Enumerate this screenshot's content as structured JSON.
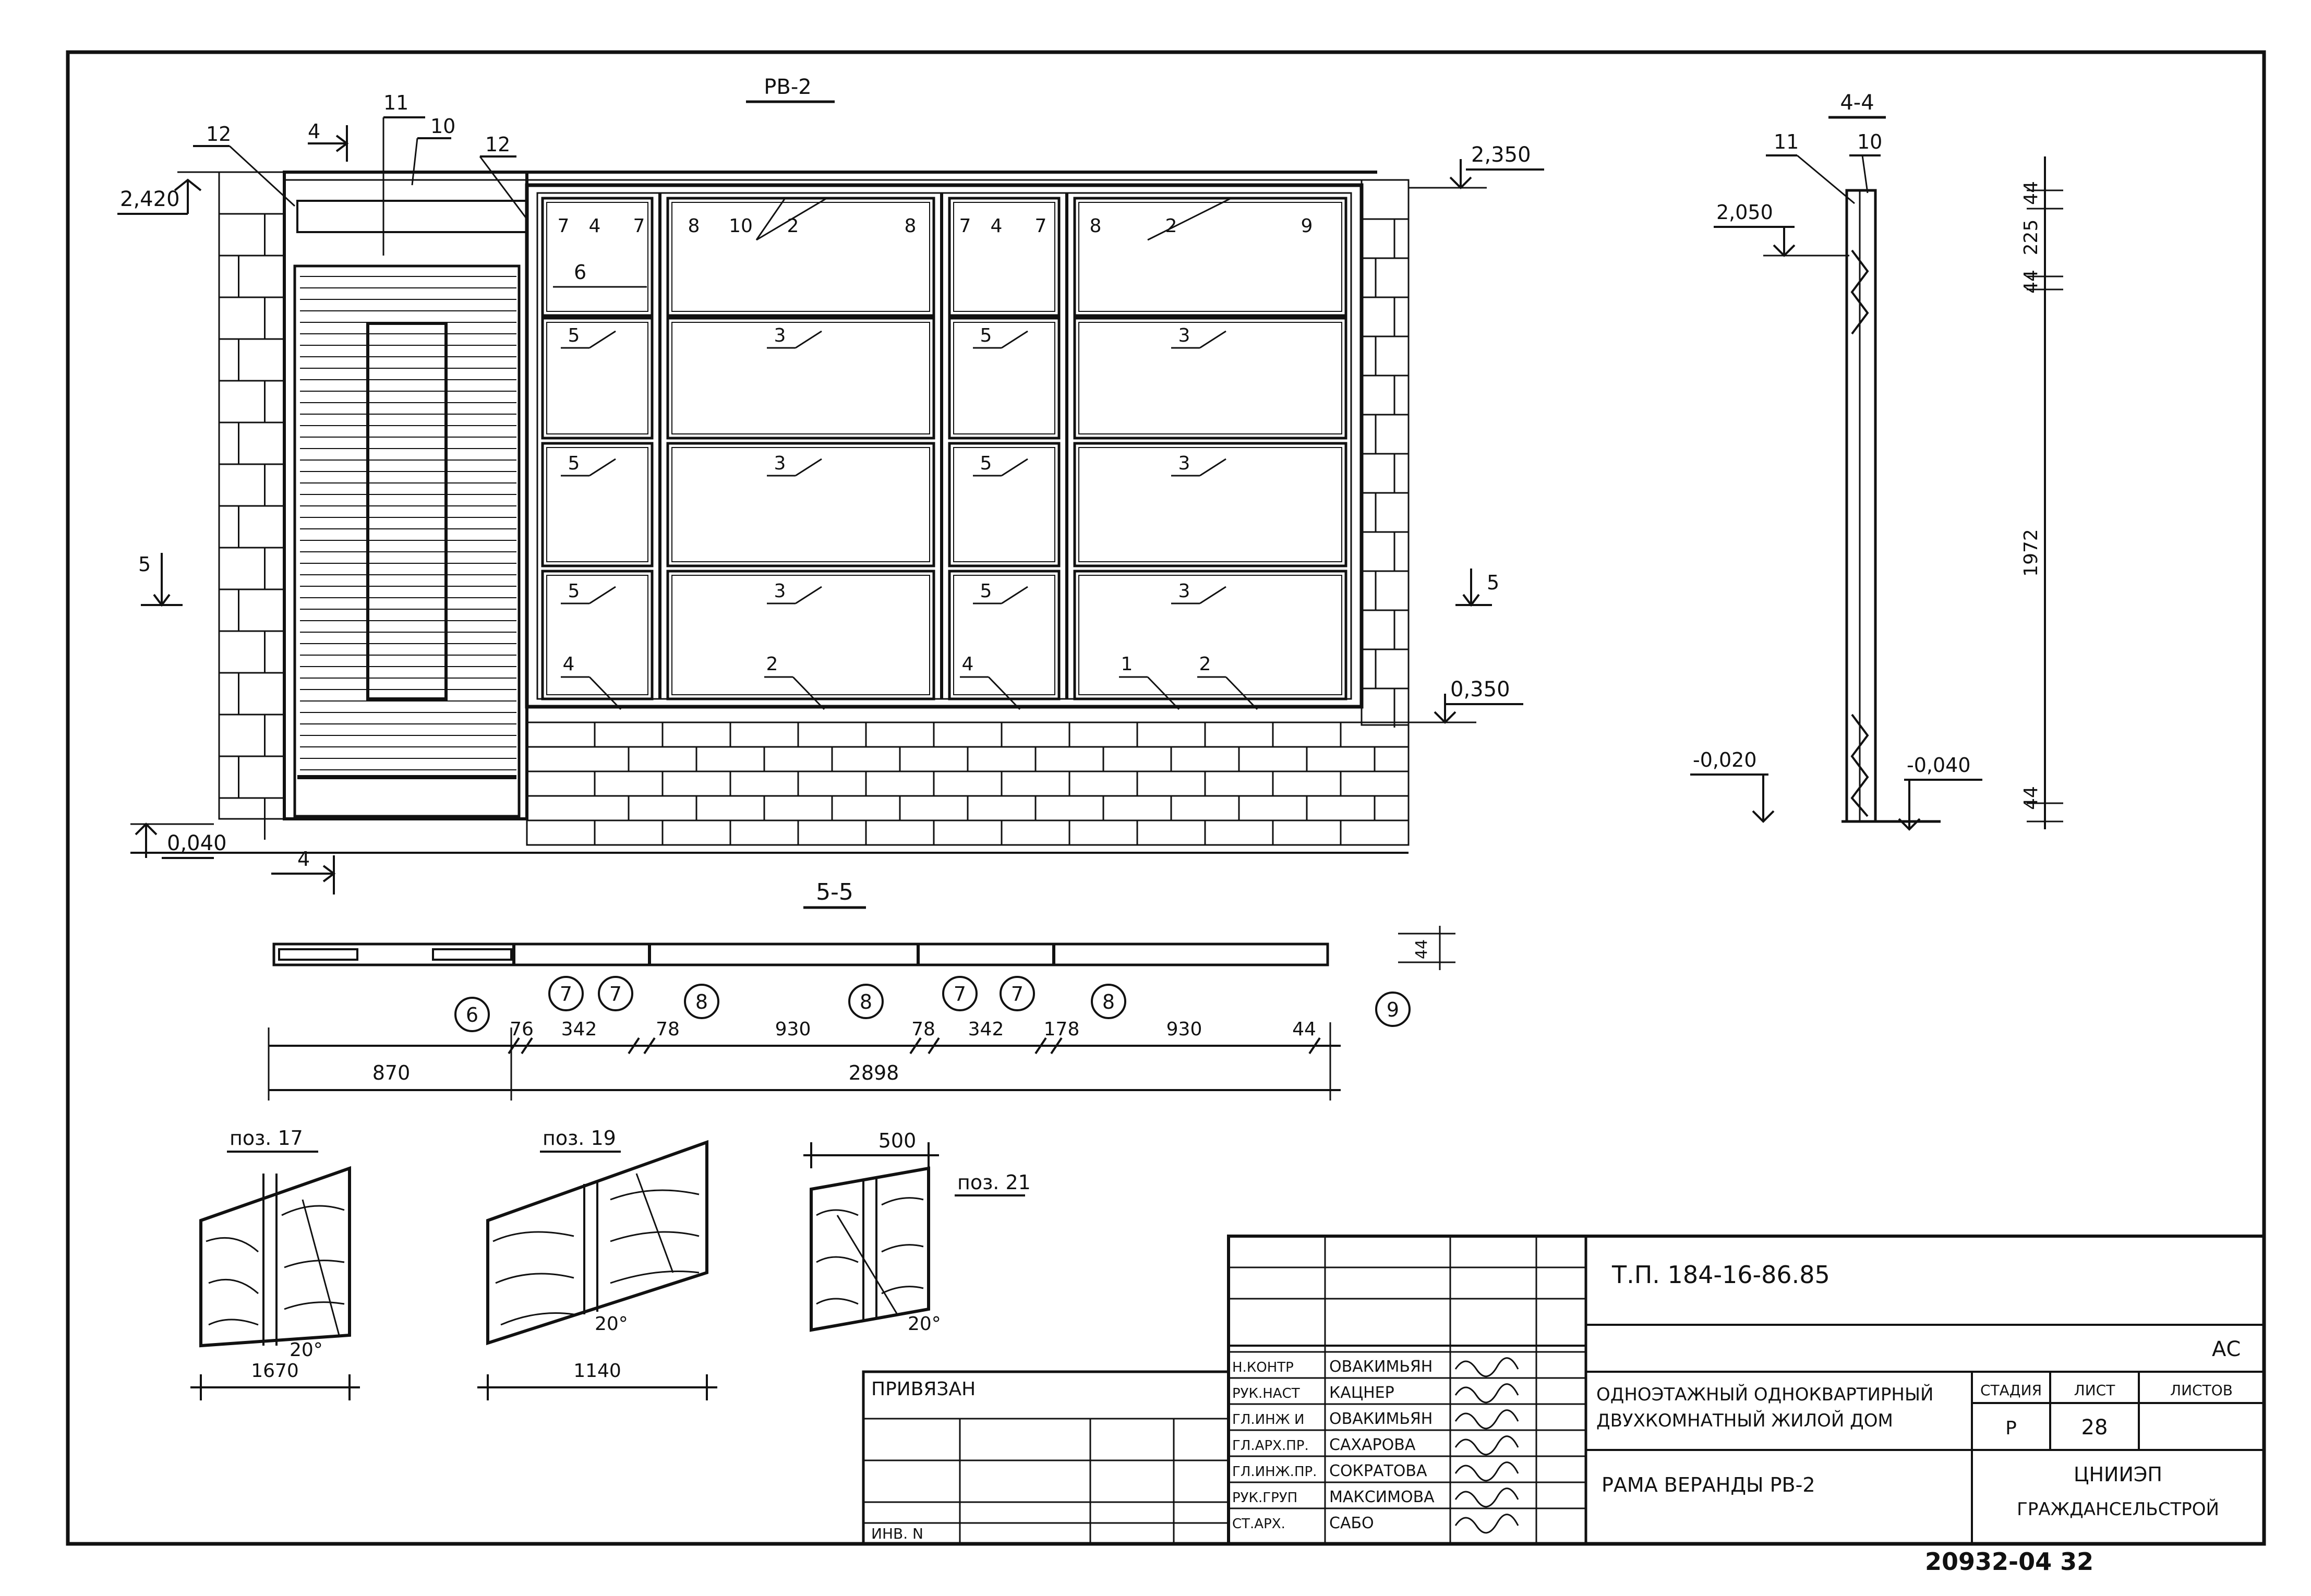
{
  "elevation": {
    "title": "РВ-2",
    "levels": [
      "2,420",
      "2,350",
      "0,350",
      "0,040"
    ],
    "section_cuts": [
      "4",
      "4",
      "5",
      "5"
    ],
    "positions_top": [
      "12",
      "11",
      "10",
      "12",
      "6"
    ],
    "pane_labels": {
      "top_row": [
        "7",
        "4",
        "7",
        "8",
        "10",
        "2",
        "8",
        "7",
        "4",
        "7",
        "8",
        "2",
        "9"
      ],
      "middle_rows": [
        "5",
        "3",
        "5",
        "3",
        "5",
        "3",
        "5",
        "3",
        "5",
        "3",
        "5",
        "3"
      ],
      "bottom_row": [
        "4",
        "2",
        "4",
        "1",
        "2"
      ]
    }
  },
  "section_4_4": {
    "title": "4-4",
    "positions": [
      "11",
      "10"
    ],
    "levels": [
      "2,050",
      "-0,020",
      "-0,040"
    ],
    "dims": [
      "44",
      "225",
      "44",
      "1972",
      "44"
    ]
  },
  "section_5_5": {
    "title": "5-5",
    "circled": [
      "6",
      "7",
      "7",
      "8",
      "8",
      "7",
      "7",
      "8",
      "9"
    ],
    "dims_top": [
      "76",
      "342",
      "78",
      "930",
      "78",
      "342",
      "178",
      "930",
      "44"
    ],
    "dims_bottom": [
      "870",
      "2898"
    ],
    "thickness": "44"
  },
  "details": [
    {
      "label": "поз. 17",
      "angle": "20°",
      "width": "1670"
    },
    {
      "label": "поз. 19",
      "angle": "20°",
      "width": "1140"
    },
    {
      "label": "поз. 21",
      "angle": "20°",
      "width": "500"
    }
  ],
  "title_block": {
    "project_code": "Т.П.  184-16-86.85",
    "set_code": "АС",
    "bound_label": "ПРИВЯЗАН",
    "inv_label": "ИНВ. N",
    "roles": [
      {
        "role": "Н.КОНТР",
        "name": "ОВАКИМЬЯН"
      },
      {
        "role": "РУК.НАСТ",
        "name": "КАЦНЕР"
      },
      {
        "role": "ГЛ.ИНЖ И",
        "name": "ОВАКИМЬЯН"
      },
      {
        "role": "ГЛ.АРХ.ПР.",
        "name": "САХАРОВА"
      },
      {
        "role": "ГЛ.ИНЖ.ПР.",
        "name": "СОКРАТОВА"
      },
      {
        "role": "РУК.ГРУП",
        "name": "МАКСИМОВА"
      },
      {
        "role": "СТ.АРХ.",
        "name": "САБО"
      }
    ],
    "building_line1": "ОДНОЭТАЖНЫЙ ОДНОКВАРТИРНЫЙ",
    "building_line2": "ДВУХКОМНАТНЫЙ ЖИЛОЙ ДОМ",
    "sheet_title": "РАМА ВЕРАНДЫ РВ-2",
    "stage_header": "СТАДИЯ",
    "sheet_header": "ЛИСТ",
    "sheets_header": "ЛИСТОВ",
    "stage": "Р",
    "sheet": "28",
    "org_line1": "ЦНИИЭП",
    "org_line2": "ГРАЖДАНСЕЛЬСТРОЙ",
    "archive_number": "20932-04  32"
  }
}
